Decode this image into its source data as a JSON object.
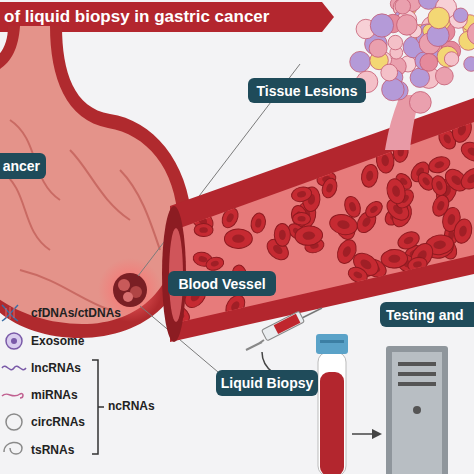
{
  "diagram": {
    "title": "of liquid biopsy in gastric cancer",
    "nodes": [
      {
        "text": [
          "Tissue Lesions"
        ]
      },
      {
        "text": [
          "ancer"
        ]
      },
      {
        "text": [
          "Blood Vessel"
        ]
      },
      {
        "text": [
          "Testing and"
        ]
      },
      {
        "text": [
          "Liquid Biopsy"
        ]
      }
    ],
    "labels": [
      "ncRNAs"
    ],
    "legend": [
      {
        "text": "cfDNAs/ctDNAs"
      },
      {
        "text": "Exosome"
      },
      {
        "text": "lncRNAs"
      },
      {
        "text": "miRNAs"
      },
      {
        "text": "circRNAs"
      },
      {
        "text": "tsRNAs"
      }
    ]
  }
}
